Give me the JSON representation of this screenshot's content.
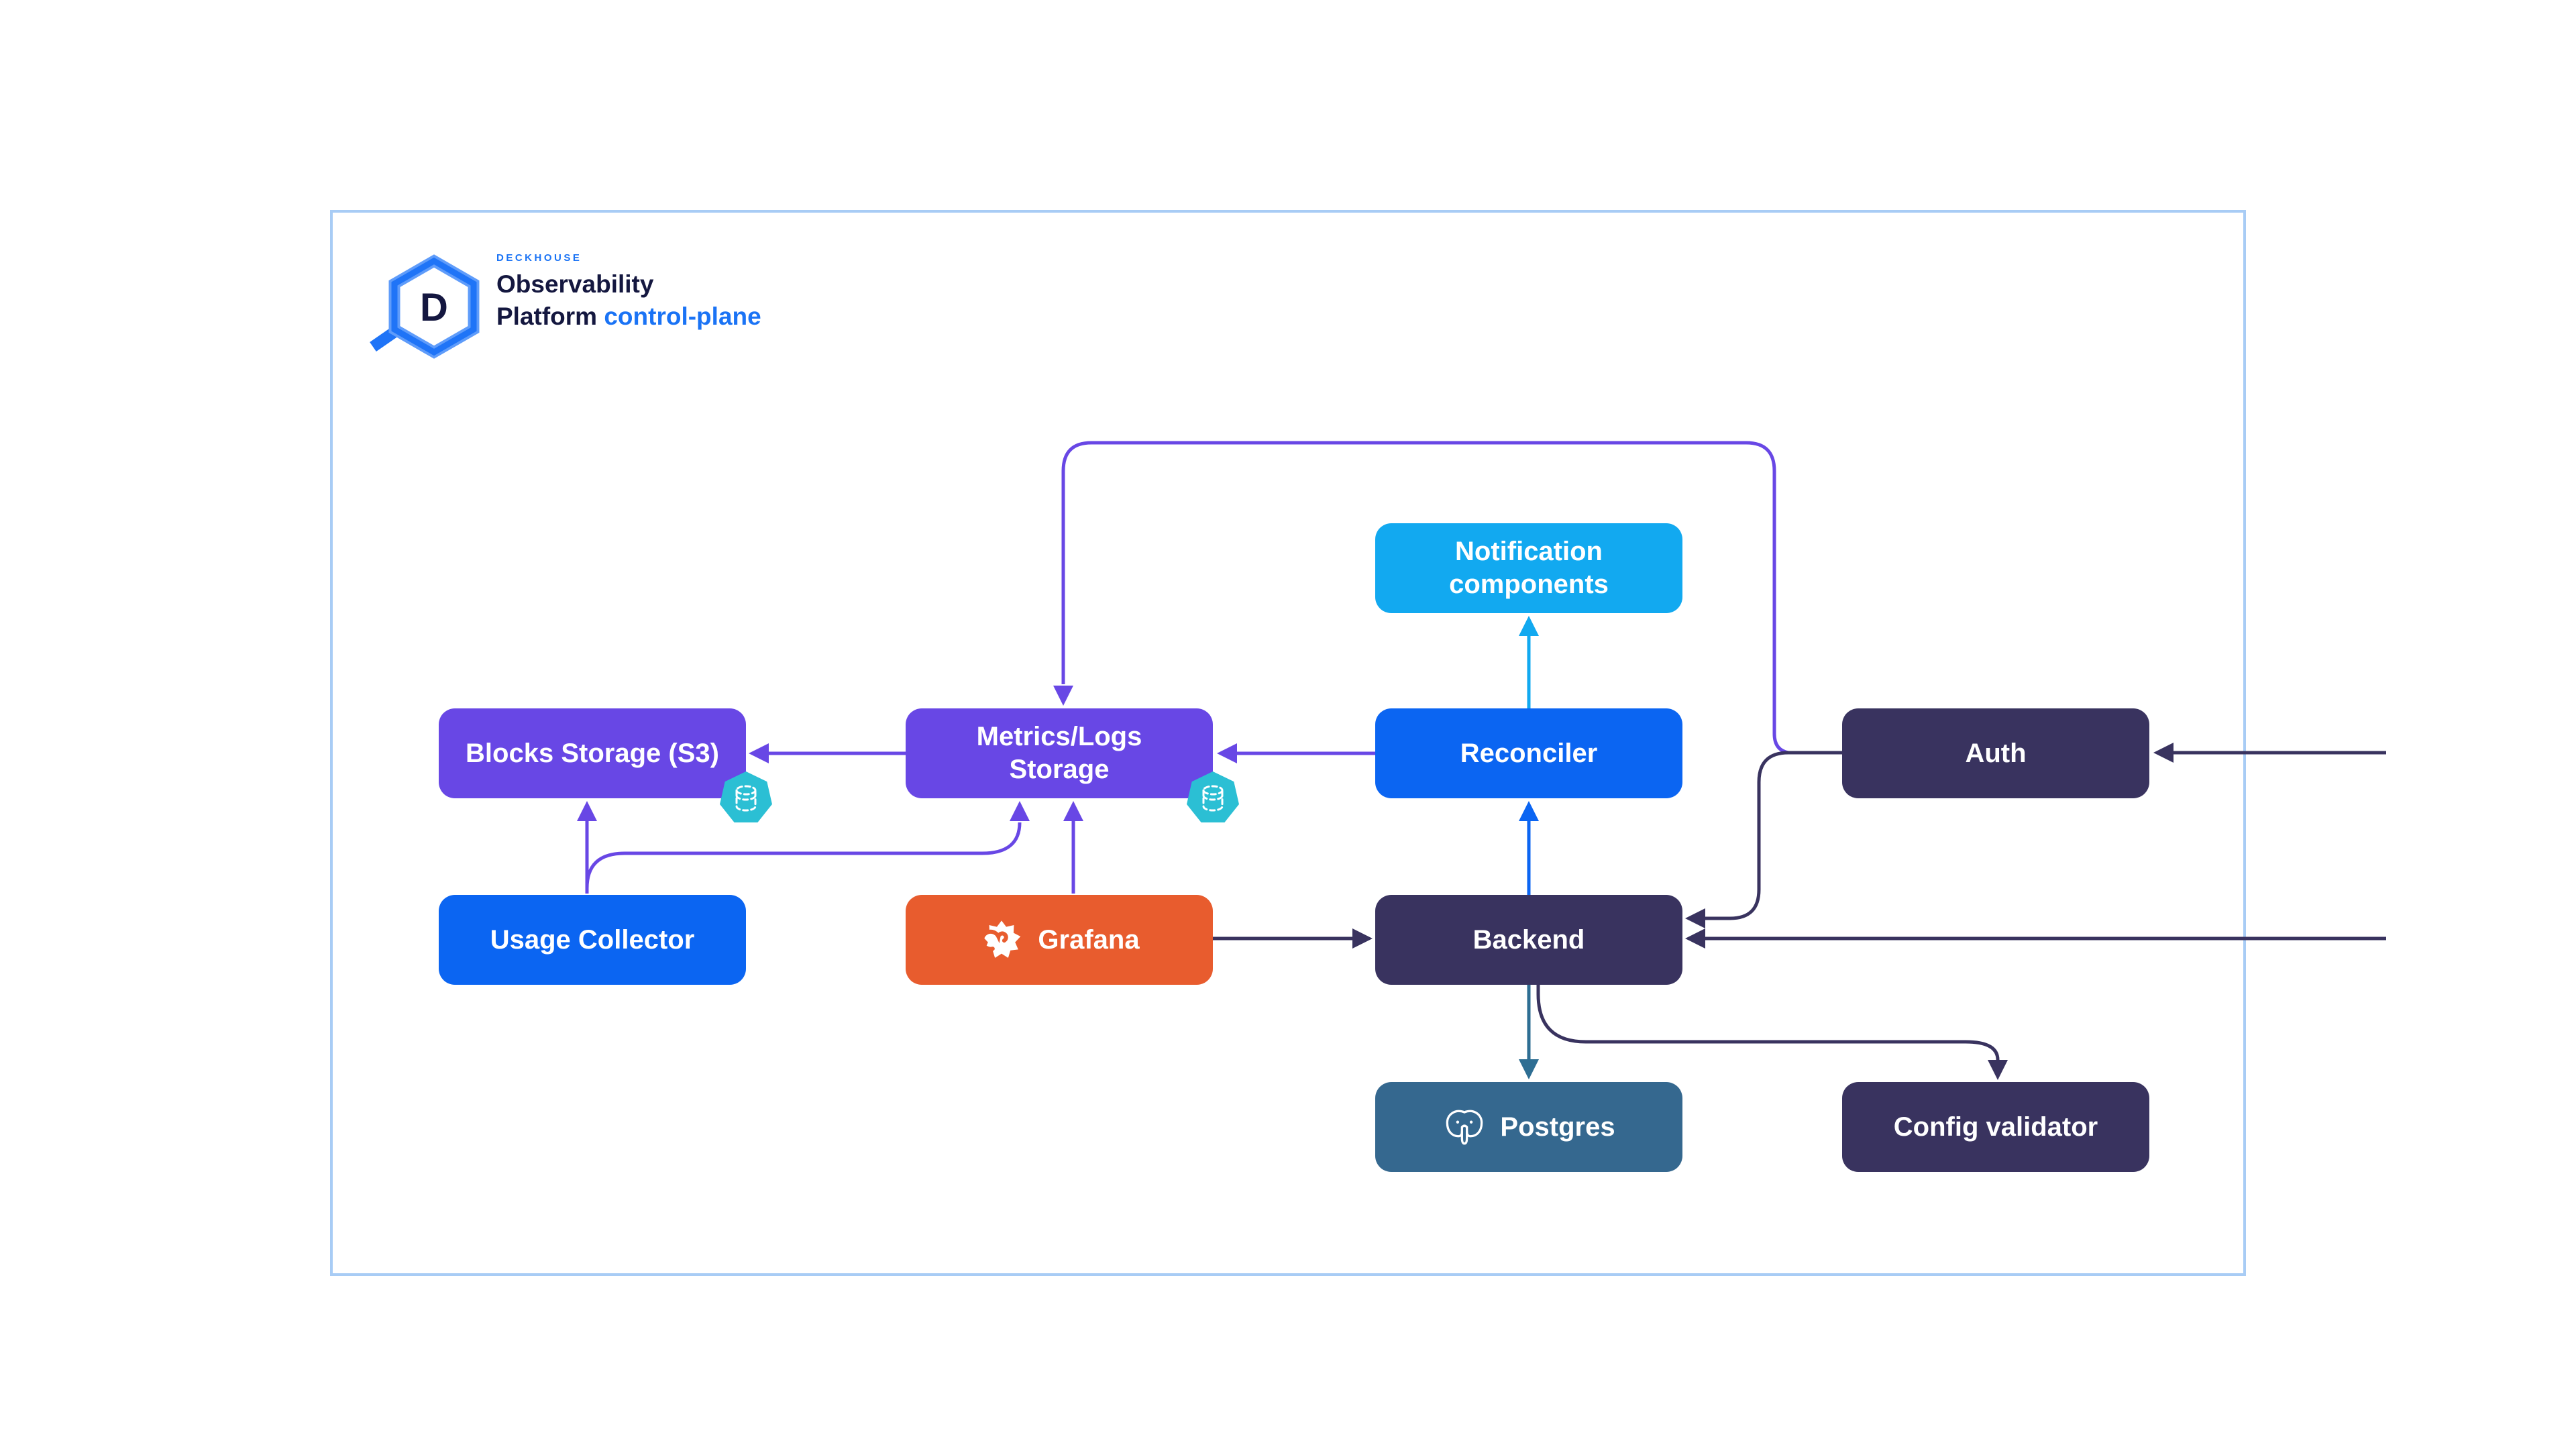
{
  "header": {
    "brand": "DECKHOUSE",
    "product_line1": "Observability",
    "product_line2": "Platform",
    "variant": "control-plane"
  },
  "palette": {
    "purple_box": "#6847e5",
    "blue_box": "#0b65f2",
    "light_blue_box": "#12a9f0",
    "dark_box": "#39335f",
    "steel_box": "#35688f",
    "orange_box": "#e85c2e",
    "teal_badge": "#2bbfd4",
    "frame_border": "#a8ccf5",
    "brand_blue": "#1a73f5",
    "brand_dark": "#14173f",
    "purple_arrow": "#6847e5",
    "dark_arrow": "#39335f",
    "blue_arrow": "#0b65f2",
    "light_blue_arrow": "#12a9f0",
    "steel_arrow": "#2e6e93"
  },
  "nodes": {
    "blocks_storage": {
      "label": "Blocks Storage (S3)",
      "color": "#6847e5",
      "badge": "database-icon"
    },
    "metrics_logs_storage": {
      "label": "Metrics/Logs\nStorage",
      "color": "#6847e5",
      "badge": "database-icon"
    },
    "notification_components": {
      "label": "Notification\ncomponents",
      "color": "#12a9f0"
    },
    "reconciler": {
      "label": "Reconciler",
      "color": "#0b65f2"
    },
    "auth": {
      "label": "Auth",
      "color": "#39335f"
    },
    "usage_collector": {
      "label": "Usage Collector",
      "color": "#0b65f2"
    },
    "grafana": {
      "label": "Grafana",
      "color": "#e85c2e",
      "icon": "grafana-icon"
    },
    "backend": {
      "label": "Backend",
      "color": "#39335f"
    },
    "postgres": {
      "label": "Postgres",
      "color": "#35688f",
      "icon": "postgres-icon"
    },
    "config_validator": {
      "label": "Config validator",
      "color": "#39335f"
    }
  },
  "edges": [
    {
      "from": "metrics_logs_storage",
      "to": "blocks_storage",
      "color": "#6847e5"
    },
    {
      "from": "reconciler",
      "to": "metrics_logs_storage",
      "color": "#6847e5"
    },
    {
      "from": "auth",
      "to": "metrics_logs_storage",
      "color": "#6847e5"
    },
    {
      "from": "usage_collector",
      "to": "blocks_storage",
      "color": "#6847e5"
    },
    {
      "from": "usage_collector",
      "to": "metrics_logs_storage",
      "color": "#6847e5"
    },
    {
      "from": "grafana",
      "to": "metrics_logs_storage",
      "color": "#6847e5"
    },
    {
      "from": "auth",
      "to": "backend",
      "color": "#39335f"
    },
    {
      "from": "external_right",
      "to": "auth",
      "color": "#39335f"
    },
    {
      "from": "external_right",
      "to": "backend",
      "color": "#39335f"
    },
    {
      "from": "grafana",
      "to": "backend",
      "color": "#39335f"
    },
    {
      "from": "backend",
      "to": "config_validator",
      "color": "#39335f"
    },
    {
      "from": "backend",
      "to": "reconciler",
      "color": "#0b65f2"
    },
    {
      "from": "reconciler",
      "to": "notification_components",
      "color": "#12a9f0"
    },
    {
      "from": "backend",
      "to": "postgres",
      "color": "#2e6e93"
    }
  ]
}
